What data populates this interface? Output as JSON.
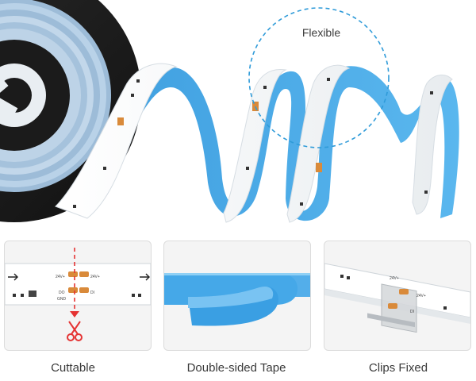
{
  "hero": {
    "flexible_label": "Flexible",
    "strip_color": "#45a8e8",
    "reel_color": "#1b1b1b"
  },
  "features": [
    {
      "label": "Cuttable",
      "icon": "scissors-icon"
    },
    {
      "label": "Double-sided Tape",
      "icon": "tape-icon"
    },
    {
      "label": "Clips Fixed",
      "icon": "clip-icon"
    }
  ],
  "strip_markings": {
    "voltage": "24V+",
    "data_in": "DI",
    "data_out": "DO",
    "ground": "GND"
  },
  "colors": {
    "accent_blue": "#45a8e8",
    "cut_line_red": "#e53333",
    "chip_orange": "#d98a3a"
  }
}
